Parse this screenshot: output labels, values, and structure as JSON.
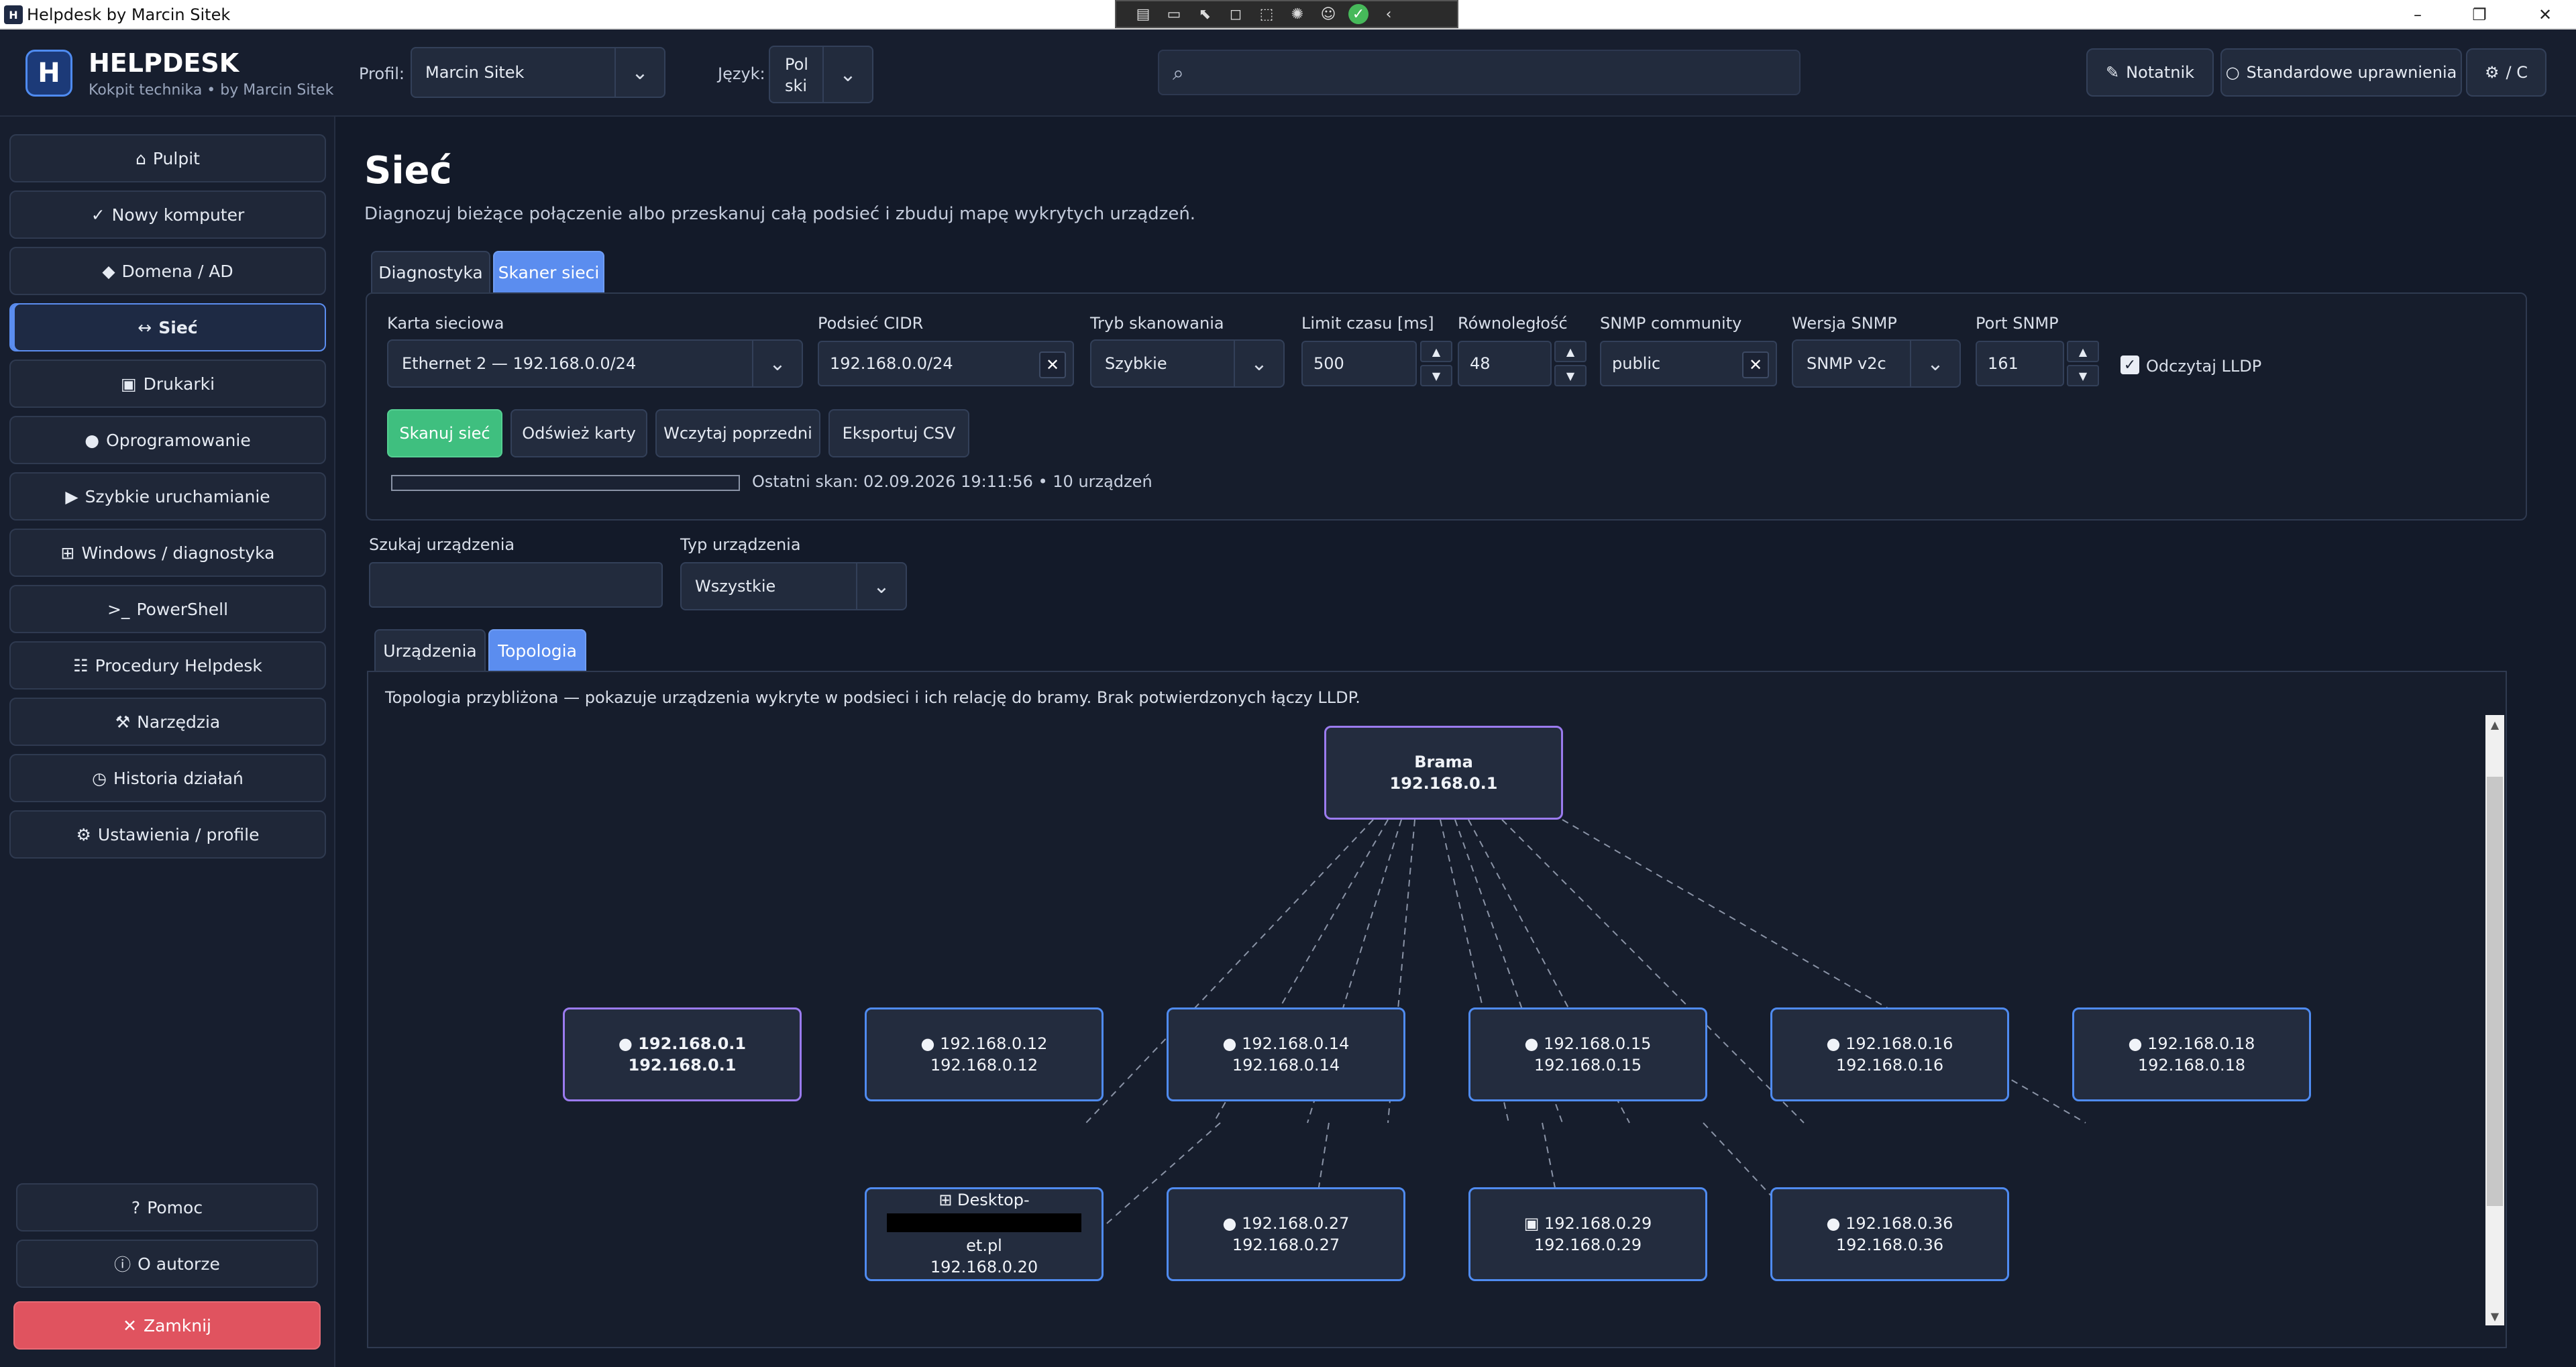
{
  "window": {
    "title": "Helpdesk by Marcin Sitek",
    "app_icon": "H",
    "controls": [
      "–",
      "❐",
      "✕"
    ]
  },
  "recorder_toolbar": {
    "icons": [
      "screenshot-icon",
      "record-icon",
      "pointer-icon",
      "region-icon",
      "window-select-icon",
      "effects-icon",
      "accessibility-icon",
      "done-icon",
      "collapse-icon"
    ]
  },
  "header": {
    "logo": "H",
    "brand": "HELPDESK",
    "brand_sub": "Kokpit technika • by Marcin Sitek",
    "profile_label": "Profil:",
    "profile_value": "Marcin Sitek",
    "language_label": "Język:",
    "language_value_1": "Pol",
    "language_value_2": "ski",
    "search_placeholder": "",
    "notes_button": "Notatnik",
    "permissions_button": "Standardowe uprawnienia",
    "settings_button": "/ C"
  },
  "sidebar": {
    "items": [
      {
        "icon": "⌂",
        "label": "Pulpit"
      },
      {
        "icon": "✓",
        "label": "Nowy komputer"
      },
      {
        "icon": "◆",
        "label": "Domena / AD"
      },
      {
        "icon": "↔",
        "label": "Sieć"
      },
      {
        "icon": "▣",
        "label": "Drukarki"
      },
      {
        "icon": "●",
        "label": "Oprogramowanie"
      },
      {
        "icon": "▶",
        "label": "Szybkie uruchamianie"
      },
      {
        "icon": "⊞",
        "label": "Windows / diagnostyka"
      },
      {
        "icon": ">_",
        "label": "PowerShell"
      },
      {
        "icon": "☷",
        "label": "Procedury Helpdesk"
      },
      {
        "icon": "⚒",
        "label": "Narzędzia"
      },
      {
        "icon": "◷",
        "label": "Historia działań"
      },
      {
        "icon": "⚙",
        "label": "Ustawienia / profile"
      }
    ],
    "help": {
      "icon": "?",
      "label": "Pomoc"
    },
    "about": {
      "icon": "ⓘ",
      "label": "O autorze"
    },
    "close": {
      "icon": "✕",
      "label": "Zamknij"
    }
  },
  "main": {
    "title": "Sieć",
    "subtitle": "Diagnozuj bieżące połączenie albo przeskanuj całą podsieć i zbuduj mapę wykrytych urządzeń.",
    "tabs": [
      "Diagnostyka",
      "Skaner sieci"
    ],
    "scanner": {
      "adapter_label": "Karta sieciowa",
      "adapter_value": "Ethernet 2 — 192.168.0.0/24",
      "cidr_label": "Podsieć CIDR",
      "cidr_value": "192.168.0.0/24",
      "mode_label": "Tryb skanowania",
      "mode_value": "Szybkie",
      "timeout_label": "Limit czasu [ms]",
      "timeout_value": "500",
      "parallel_label": "Równoległość",
      "parallel_value": "48",
      "snmp_community_label": "SNMP community",
      "snmp_community_value": "public",
      "snmp_version_label": "Wersja SNMP",
      "snmp_version_value": "SNMP v2c",
      "snmp_port_label": "Port SNMP",
      "snmp_port_value": "161",
      "lldp_label": "Odczytaj LLDP",
      "lldp_checked": true,
      "scan_button": "Skanuj sieć",
      "refresh_button": "Odśwież karty",
      "load_button": "Wczytaj poprzedni",
      "export_button": "Eksportuj CSV",
      "progress": 0,
      "last_scan": "Ostatni skan: 02.09.2026 19:11:56 • 10 urządzeń"
    },
    "filter": {
      "search_label": "Szukaj urządzenia",
      "search_value": "",
      "type_label": "Typ urządzenia",
      "type_value": "Wszystkie"
    },
    "view_tabs": [
      "Urządzenia",
      "Topologia"
    ],
    "topology": {
      "note": "Topologia przybliżona — pokazuje urządzenia wykryte w podsieci i ich relację do bramy. Brak potwierdzonych łączy LLDP.",
      "gateway": {
        "name": "Brama",
        "ip": "192.168.0.1"
      },
      "nodes": [
        {
          "name": "● 192.168.0.1",
          "ip": "192.168.0.1"
        },
        {
          "name": "● 192.168.0.12",
          "ip": "192.168.0.12"
        },
        {
          "name": "● 192.168.0.14",
          "ip": "192.168.0.14"
        },
        {
          "name": "● 192.168.0.15",
          "ip": "192.168.0.15"
        },
        {
          "name": "● 192.168.0.16",
          "ip": "192.168.0.16"
        },
        {
          "name": "● 192.168.0.18",
          "ip": "192.168.0.18"
        },
        {
          "name": "⊞ Desktop-",
          "line2": "et.pl",
          "ip": "192.168.0.20"
        },
        {
          "name": "● 192.168.0.27",
          "ip": "192.168.0.27"
        },
        {
          "name": "▣ 192.168.0.29",
          "ip": "192.168.0.29"
        },
        {
          "name": "● 192.168.0.36",
          "ip": "192.168.0.36"
        }
      ]
    }
  },
  "colors": {
    "accent": "#5b8def",
    "primary_green": "#3fbf7f",
    "danger": "#e0535f",
    "gateway_border": "#9b7bef",
    "node_border": "#4f8bf0",
    "background": "#131a29"
  }
}
